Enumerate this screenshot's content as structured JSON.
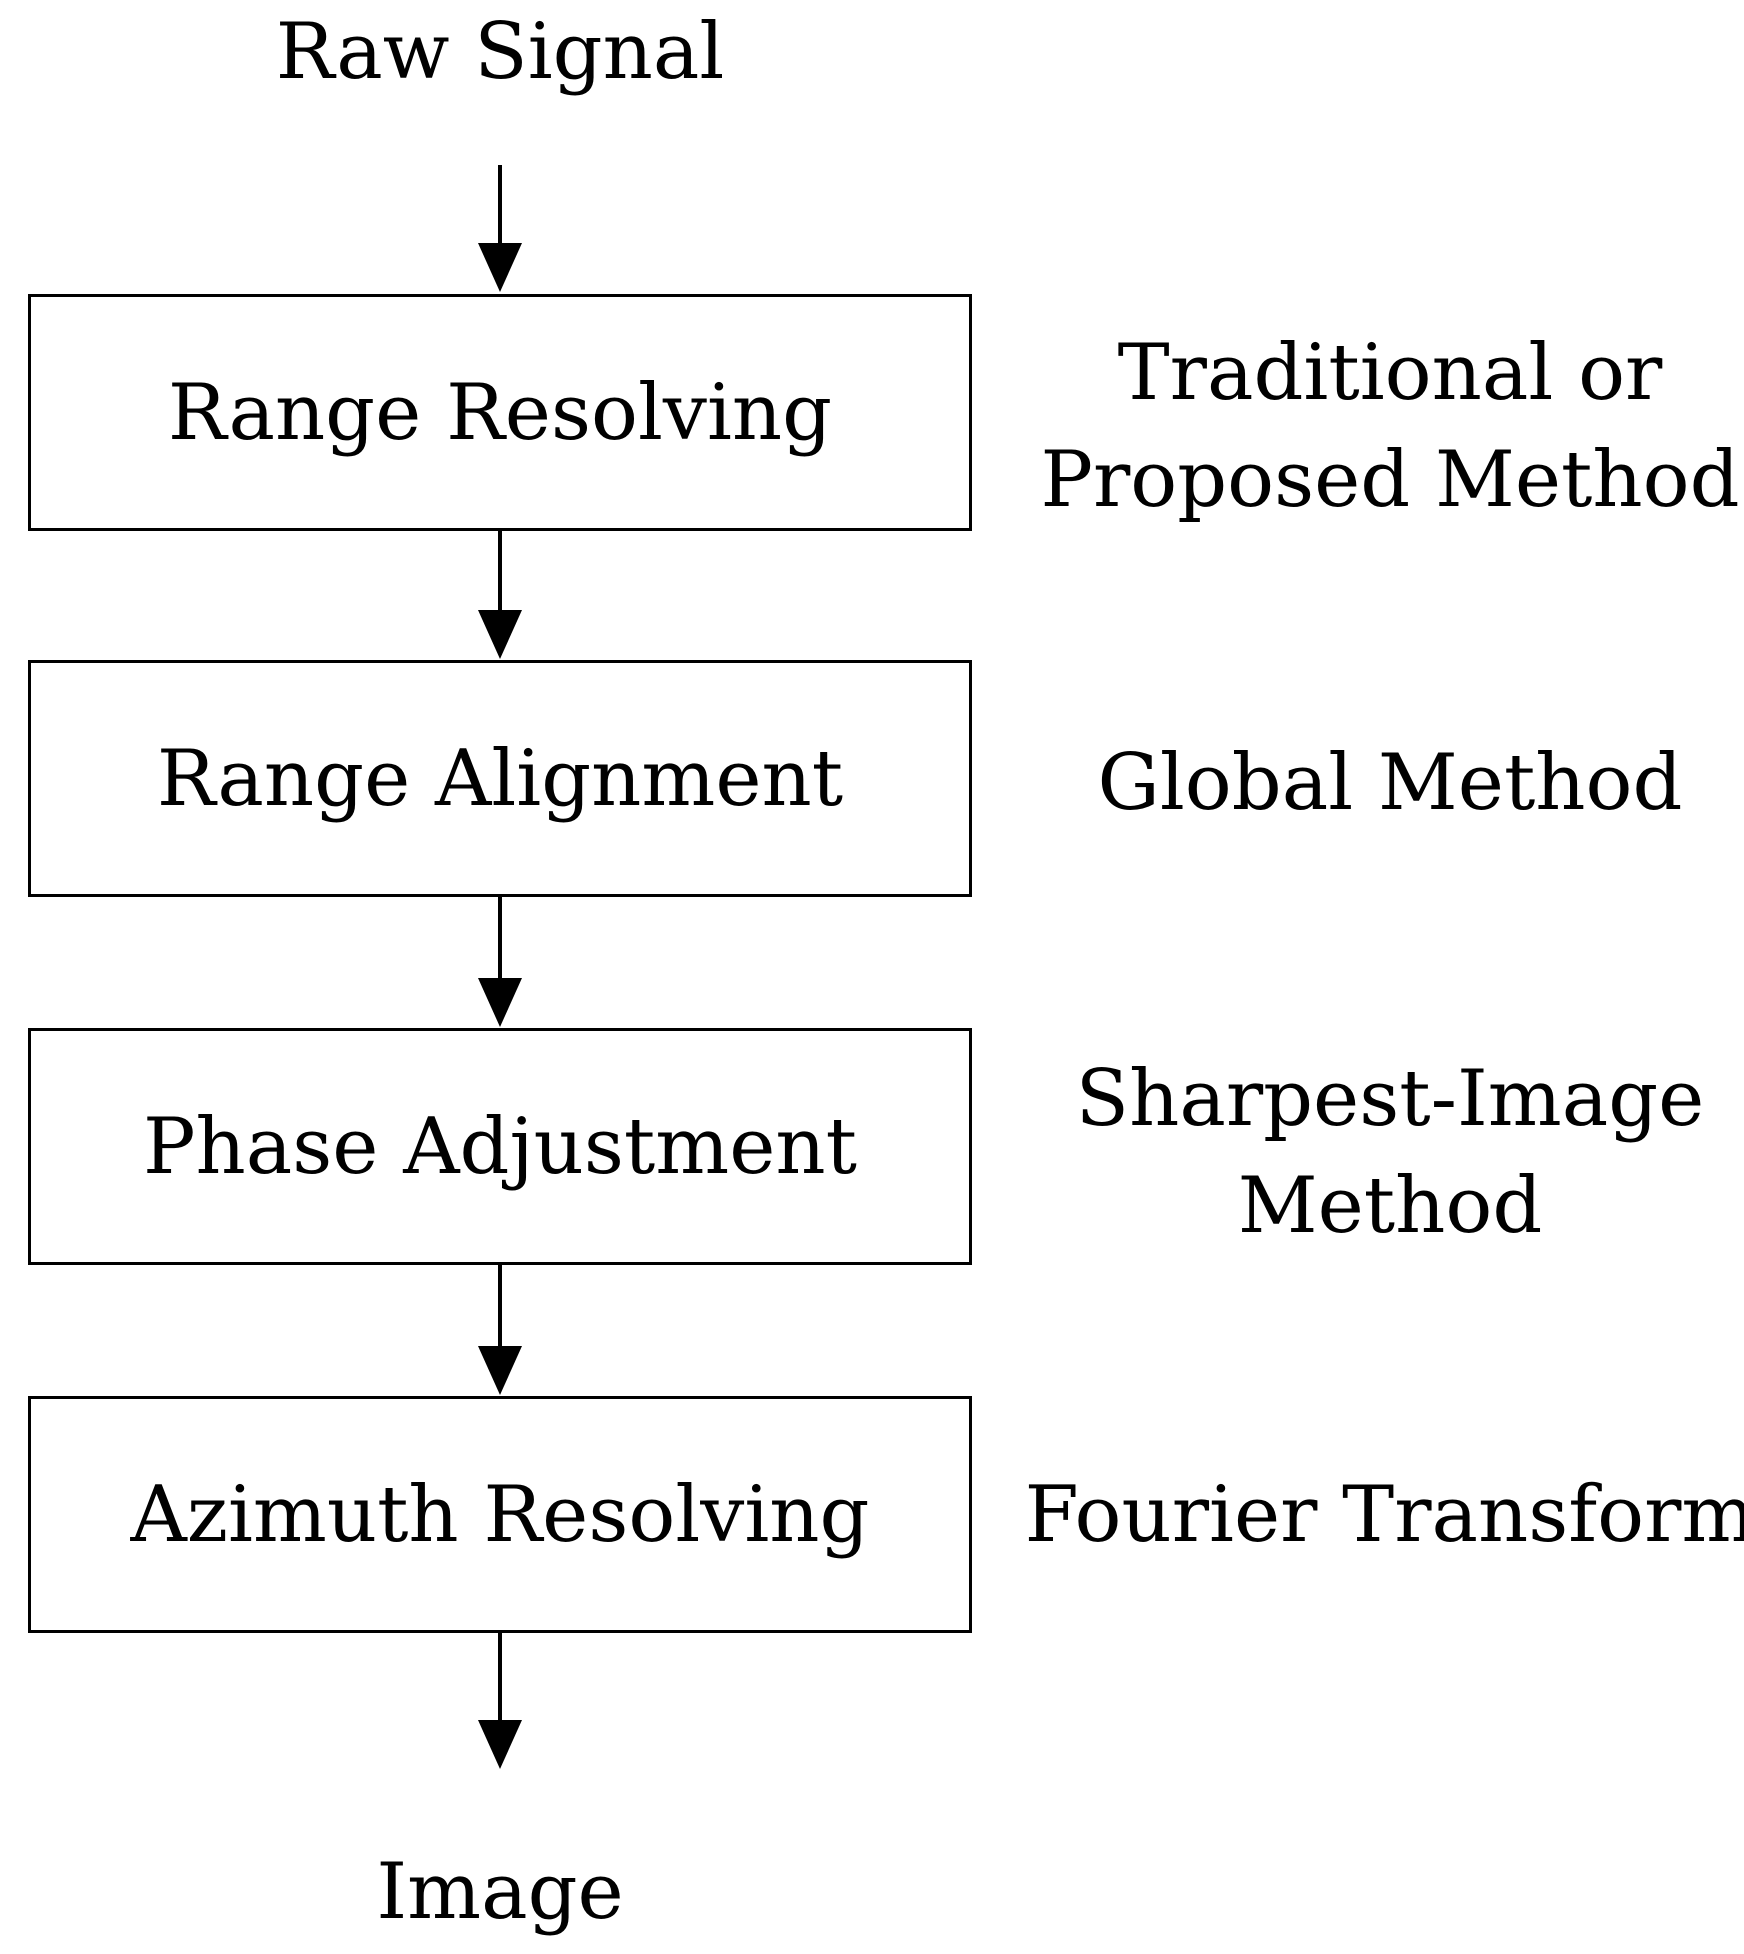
{
  "flow": {
    "input": "Raw Signal",
    "output": "Image",
    "steps": [
      {
        "label": "Range Resolving",
        "method": "Traditional or\nProposed Method"
      },
      {
        "label": "Range Alignment",
        "method": "Global Method"
      },
      {
        "label": "Phase Adjustment",
        "method": "Sharpest-Image\nMethod"
      },
      {
        "label": "Azimuth Resolving",
        "method": "Fourier Transform"
      }
    ]
  }
}
